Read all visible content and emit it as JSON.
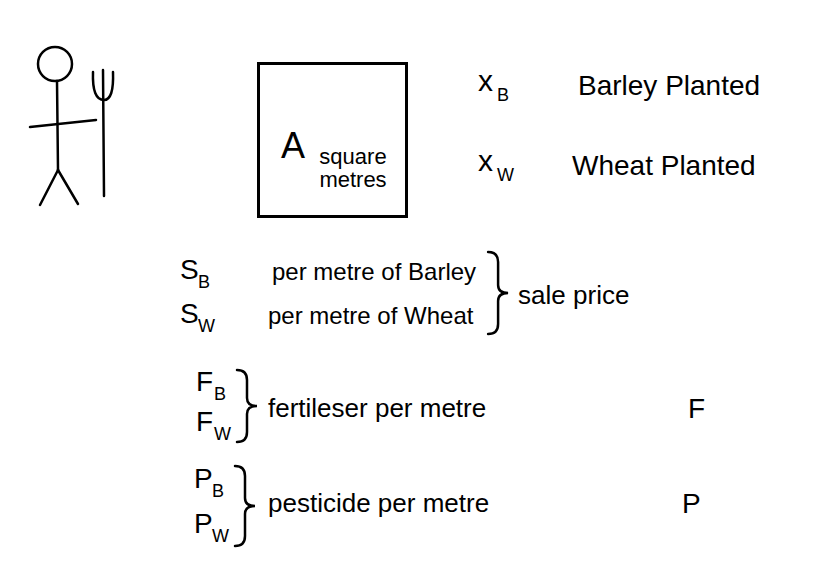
{
  "diagram": {
    "nodes": [
      {
        "text": [
          "A",
          "square metres"
        ]
      }
    ],
    "labels": [
      "x",
      "B",
      "Barley Planted",
      "x",
      "W",
      "Wheat Planted",
      "S",
      "B",
      "per metre of Barley",
      "S",
      "W",
      "per metre of Wheat",
      "sale price",
      "F",
      "B",
      "F",
      "W",
      "fertileser per metre",
      "F",
      "P",
      "B",
      "P",
      "W",
      "pesticide per metre",
      "P"
    ]
  }
}
